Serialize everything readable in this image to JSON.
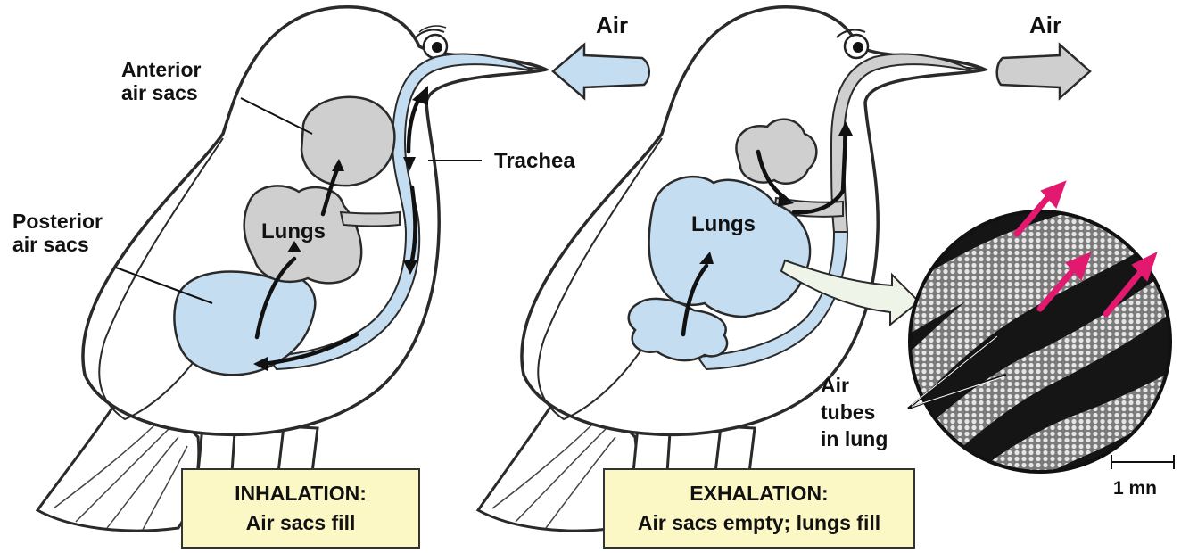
{
  "colors": {
    "bird_fill": "#ffffff",
    "outline": "#2a2a2a",
    "air_sac_blue": "#c5ddf0",
    "gray_sac": "#cfcfcf",
    "arrow_head_pink": "#e2196e",
    "caption_bg": "#fbf8c6"
  },
  "inhalation": {
    "air_label": "Air",
    "anterior_label_line1": "Anterior",
    "anterior_label_line2": "air sacs",
    "posterior_label_line1": "Posterior",
    "posterior_label_line2": "air sacs",
    "lungs_label": "Lungs",
    "trachea_label": "Trachea",
    "caption_line1": "INHALATION:",
    "caption_line2": "Air sacs fill"
  },
  "exhalation": {
    "air_label": "Air",
    "lungs_label": "Lungs",
    "caption_line1": "EXHALATION:",
    "caption_line2": "Air sacs empty; lungs fill"
  },
  "micrograph": {
    "label_line1": "Air",
    "label_line2": "tubes",
    "label_line3": "in lung",
    "scale_label": "1 mn"
  }
}
